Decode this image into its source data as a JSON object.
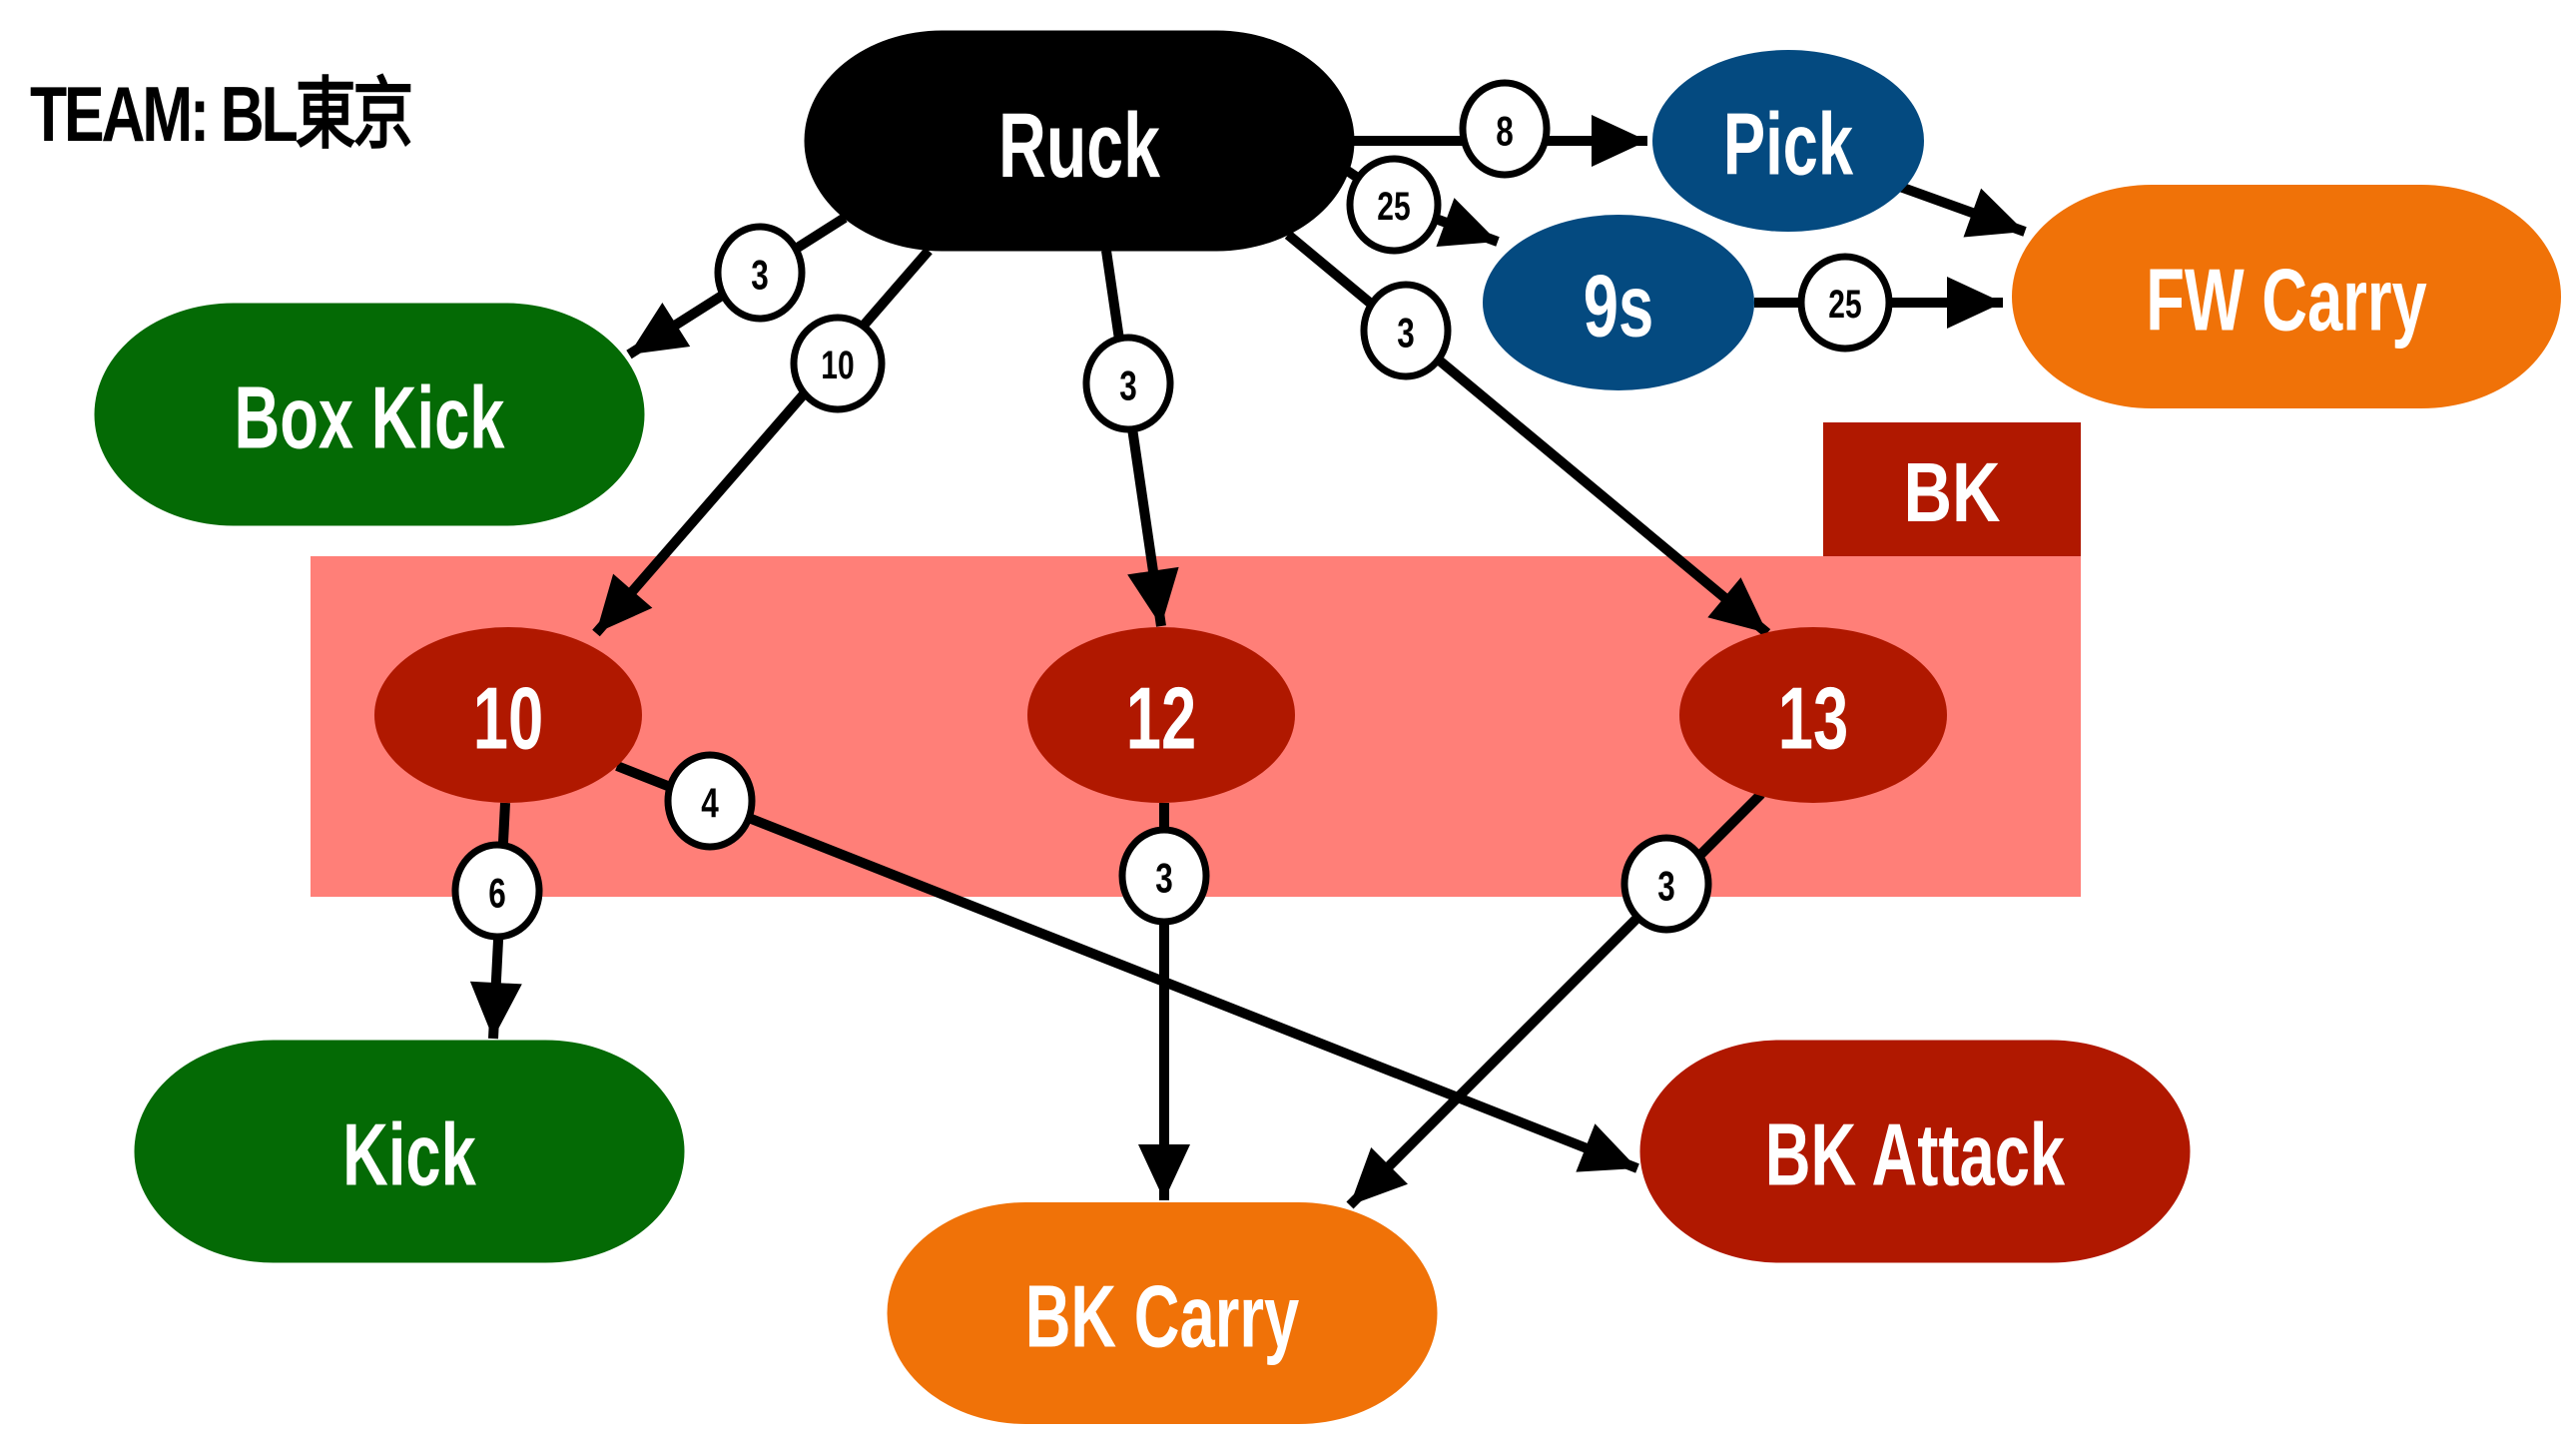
{
  "title": "TEAM: BL東京",
  "colors": {
    "ruck": "#000000",
    "blue": "#044A80",
    "orange": "#F07208",
    "green": "#046A05",
    "darkred": "#B01800",
    "pink_band": "#FF7F78",
    "edge": "#000000"
  },
  "group": {
    "label": "BK"
  },
  "nodes": [
    {
      "id": "ruck",
      "label": "Ruck",
      "color": "ruck",
      "shape": "pill"
    },
    {
      "id": "pick",
      "label": "Pick",
      "color": "blue",
      "shape": "ellipse"
    },
    {
      "id": "nines",
      "label": "9s",
      "color": "blue",
      "shape": "ellipse"
    },
    {
      "id": "fwcarry",
      "label": "FW Carry",
      "color": "orange",
      "shape": "pill"
    },
    {
      "id": "boxkick",
      "label": "Box Kick",
      "color": "green",
      "shape": "pill"
    },
    {
      "id": "p10",
      "label": "10",
      "color": "darkred",
      "shape": "ellipse"
    },
    {
      "id": "p12",
      "label": "12",
      "color": "darkred",
      "shape": "ellipse"
    },
    {
      "id": "p13",
      "label": "13",
      "color": "darkred",
      "shape": "ellipse"
    },
    {
      "id": "kick",
      "label": "Kick",
      "color": "green",
      "shape": "pill"
    },
    {
      "id": "bkcarry",
      "label": "BK Carry",
      "color": "orange",
      "shape": "pill"
    },
    {
      "id": "bkattack",
      "label": "BK Attack",
      "color": "darkred",
      "shape": "pill"
    }
  ],
  "edges": [
    {
      "from": "ruck",
      "to": "pick",
      "label": "8"
    },
    {
      "from": "ruck",
      "to": "nines",
      "label": "25"
    },
    {
      "from": "ruck",
      "to": "boxkick",
      "label": "3"
    },
    {
      "from": "ruck",
      "to": "p10",
      "label": "10"
    },
    {
      "from": "ruck",
      "to": "p12",
      "label": "3"
    },
    {
      "from": "ruck",
      "to": "p13",
      "label": "3"
    },
    {
      "from": "pick",
      "to": "fwcarry",
      "label": ""
    },
    {
      "from": "nines",
      "to": "fwcarry",
      "label": "25"
    },
    {
      "from": "p10",
      "to": "kick",
      "label": "6"
    },
    {
      "from": "p10",
      "to": "bkattack",
      "label": "4"
    },
    {
      "from": "p12",
      "to": "bkcarry",
      "label": "3"
    },
    {
      "from": "p13",
      "to": "bkcarry",
      "label": "3"
    }
  ]
}
